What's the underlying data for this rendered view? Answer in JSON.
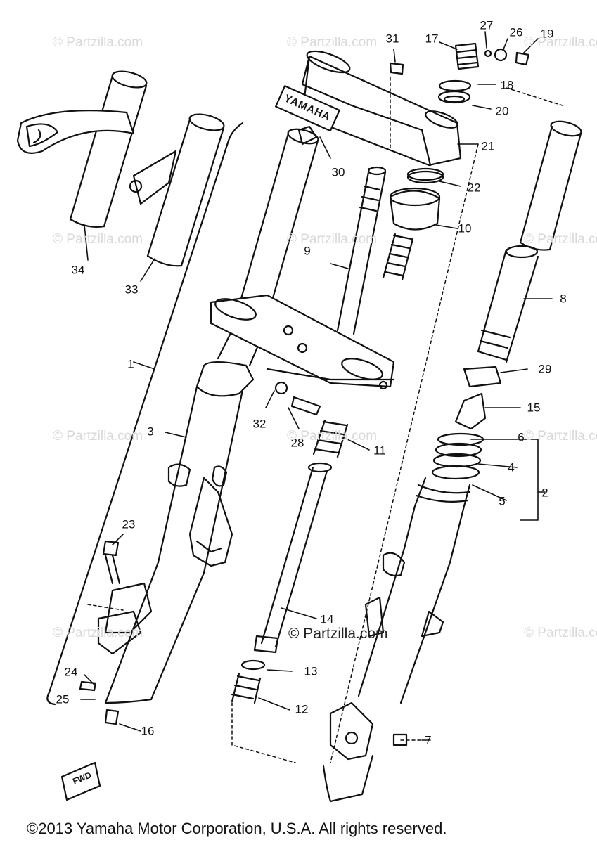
{
  "diagram": {
    "callouts": [
      "1",
      "2",
      "3",
      "4",
      "5",
      "6",
      "7",
      "8",
      "9",
      "10",
      "11",
      "12",
      "13",
      "14",
      "15",
      "16",
      "17",
      "18",
      "19",
      "20",
      "21",
      "22",
      "23",
      "24",
      "25",
      "26",
      "27",
      "28",
      "29",
      "30",
      "31",
      "32",
      "33",
      "34"
    ],
    "emblem_text": "YAMAHA",
    "fwd_text": "FWD"
  },
  "watermark": "© Partzilla.com",
  "footer": {
    "copyright": "©2013  Yamaha Motor Corporation, U.S.A. All rights reserved."
  },
  "colors": {
    "ink": "#111111",
    "watermark": "#d9d9d9",
    "background": "#ffffff"
  }
}
